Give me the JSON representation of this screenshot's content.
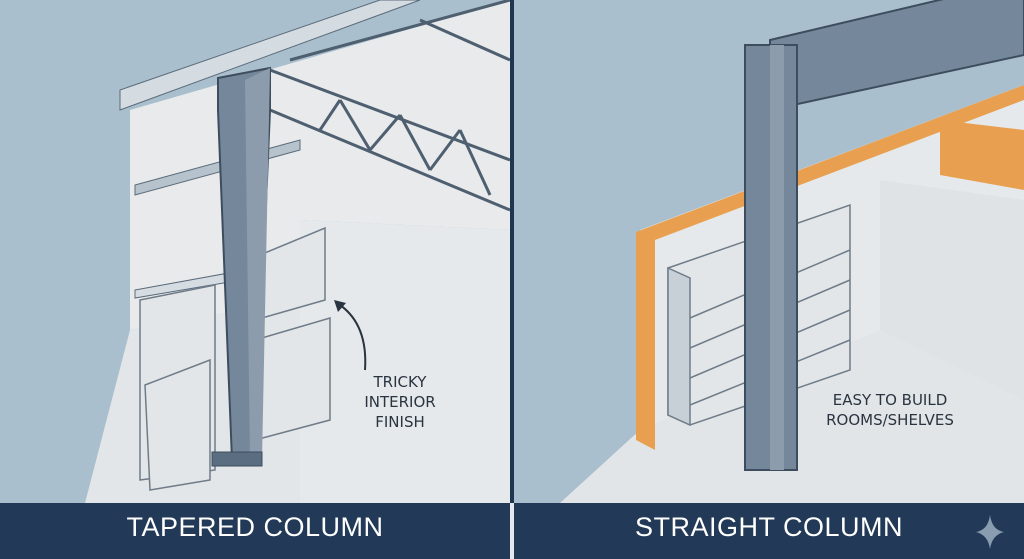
{
  "panels": [
    {
      "caption": "TAPERED COLUMN",
      "annotation_lines": [
        "TRICKY",
        "INTERIOR",
        "FINISH"
      ]
    },
    {
      "caption": "STRAIGHT COLUMN",
      "annotation_lines": [
        "EASY TO BUILD",
        "ROOMS/SHELVES"
      ]
    }
  ],
  "colors": {
    "wall": "#a9bfcd",
    "floor": "#e4e8eb",
    "steel": "#6f8193",
    "banner": "#223a57",
    "orange": "#e8a050"
  },
  "watermark_icon": "sparkle-icon"
}
